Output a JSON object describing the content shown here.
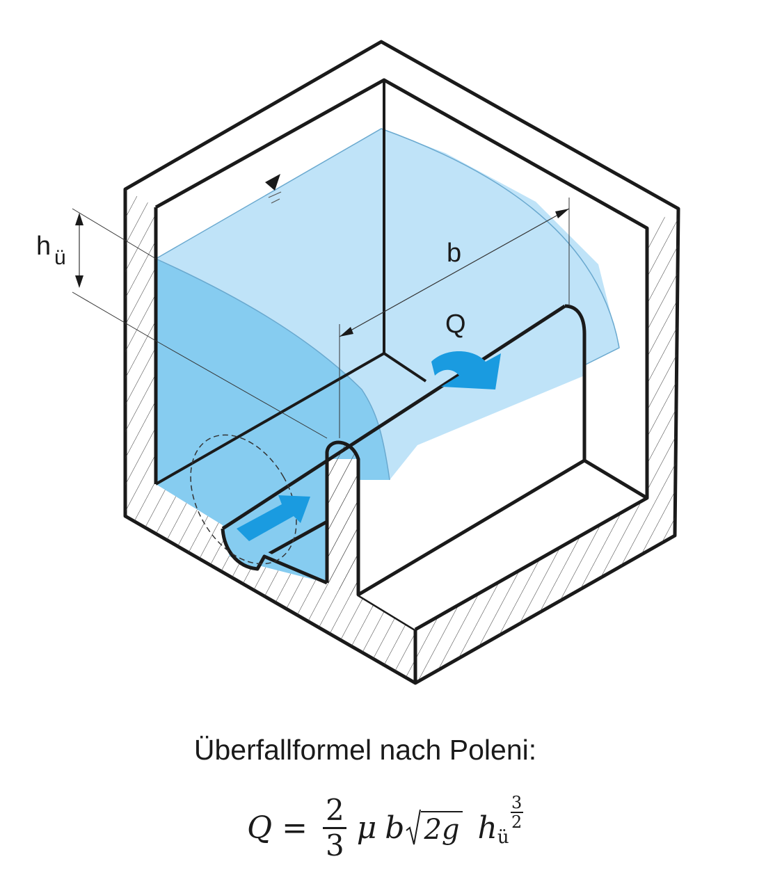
{
  "labels": {
    "h_main": "h",
    "h_sub": "ü",
    "b": "b",
    "Q": "Q"
  },
  "caption": "Überfallformel nach Poleni:",
  "formula": {
    "lhs": "Q",
    "eq": "=",
    "frac_num": "2",
    "frac_den": "3",
    "mu": "μ",
    "b": "b",
    "radicand": "2g",
    "h": "h",
    "h_sub": "ü",
    "exp_num": "3",
    "exp_den": "2"
  },
  "colors": {
    "water_light": "#bfe3f8",
    "water_dark": "#86ccf0",
    "arrow": "#1a9be0",
    "outline": "#1a1a1a"
  }
}
